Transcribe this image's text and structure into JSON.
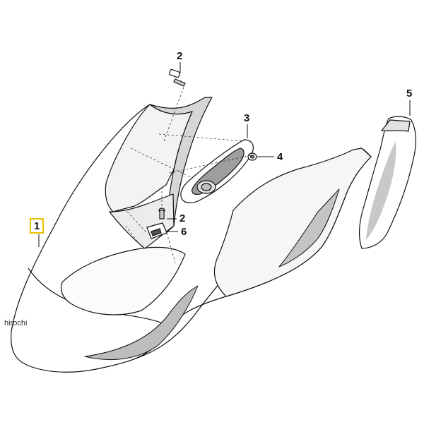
{
  "diagram": {
    "callouts": [
      {
        "id": "1",
        "label": "1",
        "highlighted": true
      },
      {
        "id": "2a",
        "label": "2",
        "highlighted": false
      },
      {
        "id": "3",
        "label": "3",
        "highlighted": false
      },
      {
        "id": "4",
        "label": "4",
        "highlighted": false
      },
      {
        "id": "5",
        "label": "5",
        "highlighted": false
      },
      {
        "id": "2b",
        "label": "2",
        "highlighted": false
      },
      {
        "id": "6",
        "label": "6",
        "highlighted": false
      }
    ],
    "watermark": "hirochi",
    "colors": {
      "highlight_box": "#e6c200",
      "line": "#111111",
      "shade": "#bdbdbd",
      "fill": "#ffffff"
    }
  }
}
